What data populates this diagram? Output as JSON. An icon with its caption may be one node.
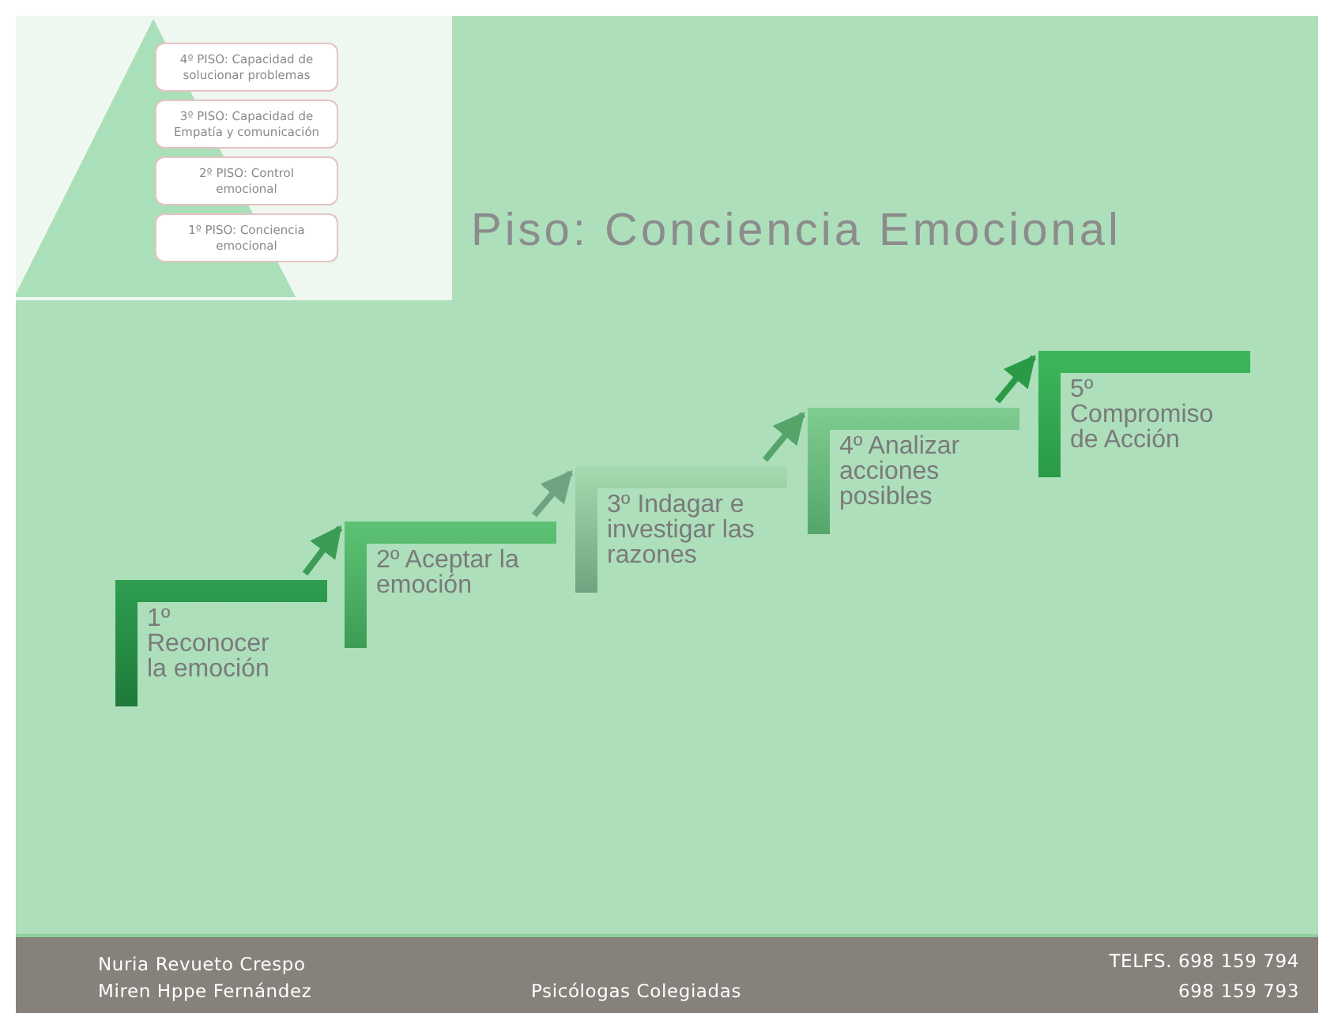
{
  "diagram": {
    "title": "Piso: Conciencia Emocional",
    "nodes": [
      {
        "text": [
          "4º PISO: Capacidad de solucionar problemas"
        ]
      },
      {
        "text": [
          "3º PISO: Capacidad de Empatía y comunicación"
        ]
      },
      {
        "text": [
          "2º PISO: Control emocional"
        ]
      },
      {
        "text": [
          "1º PISO: Conciencia emocional"
        ]
      },
      {
        "text": [
          "1º Reconocer la emoción"
        ]
      },
      {
        "text": [
          "2º Aceptar la emoción"
        ]
      },
      {
        "text": [
          "3º Indagar e investigar las razones"
        ]
      },
      {
        "text": [
          "4º Analizar acciones posibles"
        ]
      },
      {
        "text": [
          "5º Compromiso de Acción"
        ]
      }
    ],
    "edges": [
      {
        "from": 4,
        "to": 5,
        "arrow": "to"
      },
      {
        "from": 5,
        "to": 6,
        "arrow": "to"
      },
      {
        "from": 6,
        "to": 7,
        "arrow": "to"
      },
      {
        "from": 7,
        "to": 8,
        "arrow": "to"
      }
    ],
    "labels": [
      "Nuria Revueto Crespo",
      "Miren Hppe Fernández",
      "Psicólogas Colegiadas",
      "TELFS. 698 159 794",
      "698 159 793"
    ]
  }
}
